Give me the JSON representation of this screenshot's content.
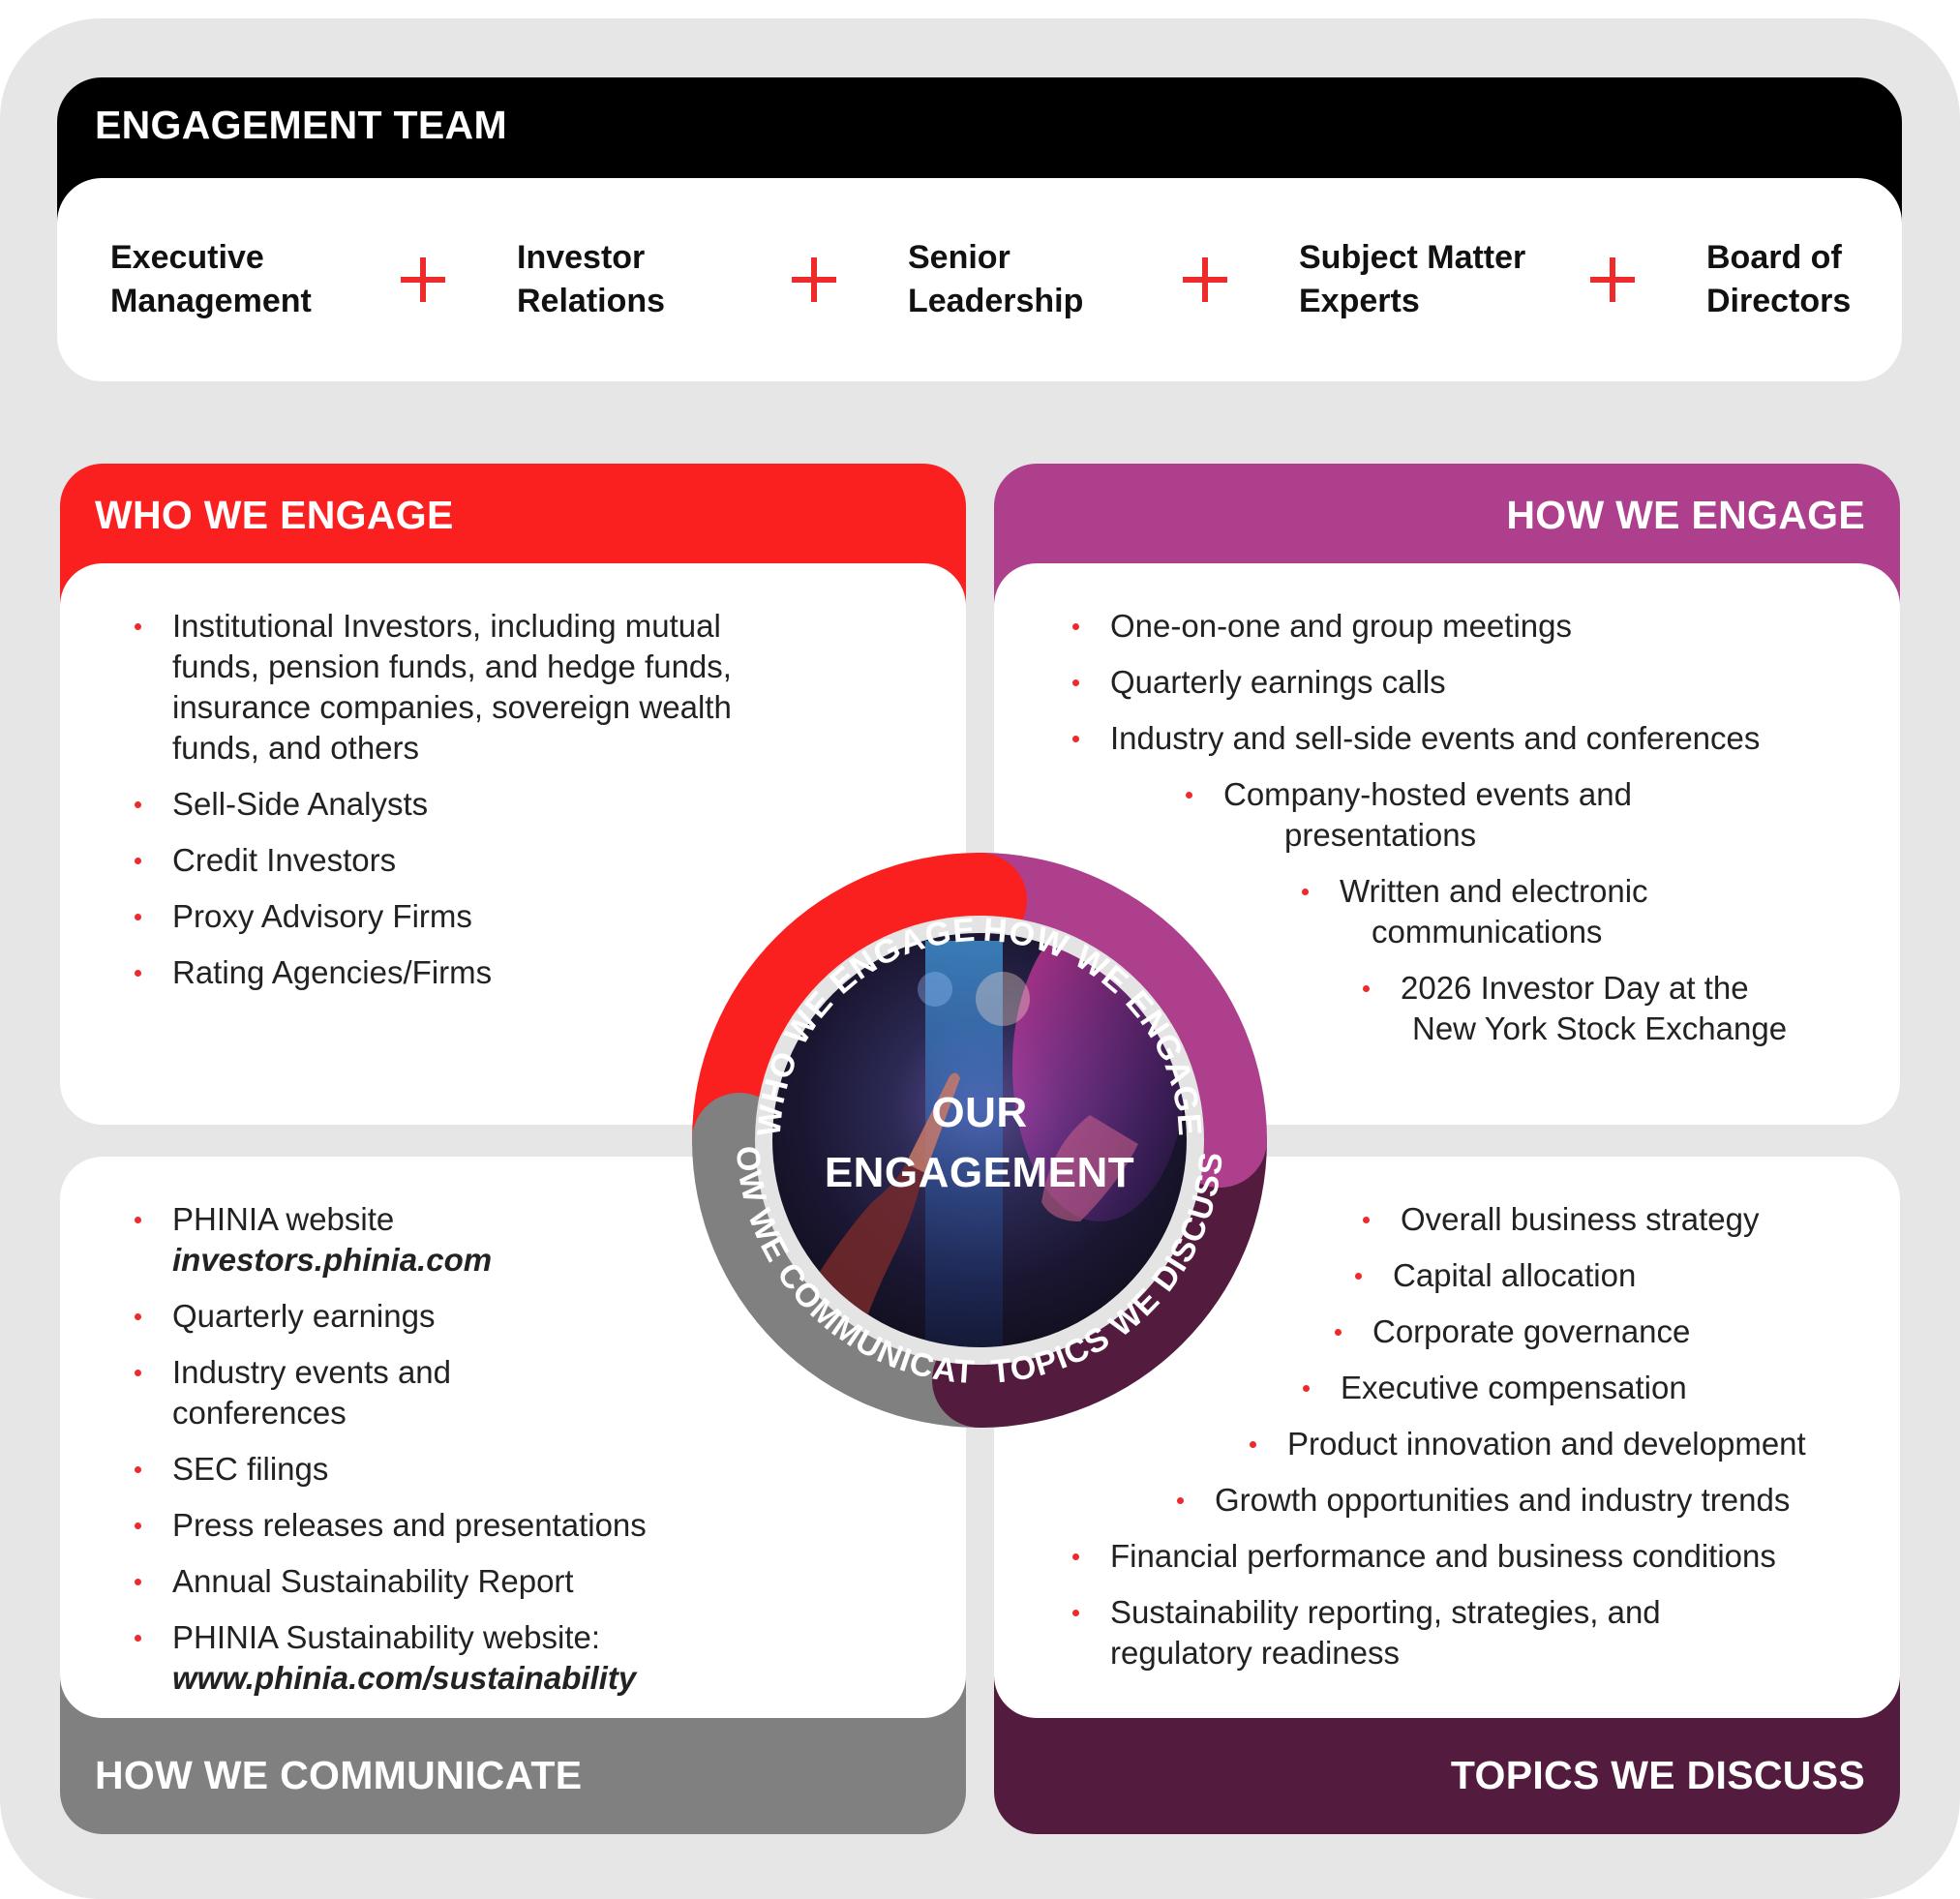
{
  "team": {
    "title": "ENGAGEMENT TEAM",
    "members": [
      "Executive\nManagement",
      "Investor\nRelations",
      "Senior\nLeadership",
      "Subject Matter\nExperts",
      "Board of\nDirectors"
    ]
  },
  "who": {
    "title": "WHO WE ENGAGE",
    "items": [
      "Institutional Investors, including mutual",
      "funds, pension funds, and hedge funds,",
      "insurance companies, sovereign wealth",
      "funds, and others",
      "Sell-Side Analysts",
      "Credit Investors",
      "Proxy Advisory Firms",
      "Rating Agencies/Firms"
    ]
  },
  "how": {
    "title": "HOW WE ENGAGE",
    "items": [
      "One-on-one and group meetings",
      "Quarterly earnings calls",
      "Industry and sell-side events and conferences",
      "Company-hosted events and",
      "presentations",
      "Written and electronic",
      "communications",
      "2026 Investor Day at the",
      "New York Stock Exchange"
    ]
  },
  "communicate": {
    "title": "HOW WE COMMUNICATE",
    "items": [
      "PHINIA website",
      "investors.phinia.com",
      "Quarterly earnings",
      "Industry events and",
      "conferences",
      "SEC filings",
      "Press releases and presentations",
      "Annual Sustainability Report",
      "PHINIA Sustainability website:",
      "www.phinia.com/sustainability"
    ]
  },
  "topics": {
    "title": "TOPICS WE DISCUSS",
    "items": [
      "Overall business strategy",
      "Capital allocation",
      "Corporate governance",
      "Executive compensation",
      "Product innovation and development",
      "Growth opportunities and industry trends",
      "Financial performance and business conditions",
      "Sustainability reporting, strategies, and",
      "regulatory readiness"
    ]
  },
  "wheel": {
    "center_line1": "OUR",
    "center_line2": "ENGAGEMENT",
    "ring_labels": [
      "WHO WE ENGAGE",
      "HOW WE ENGAGE",
      "TOPICS WE DISCUSS",
      "HOW WE COMMUNICATE"
    ]
  },
  "colors": {
    "red": "#fb2020",
    "magenta": "#ad3f8d",
    "gray": "#808080",
    "plum": "#531c3e",
    "accent": "#ee2a2a"
  }
}
